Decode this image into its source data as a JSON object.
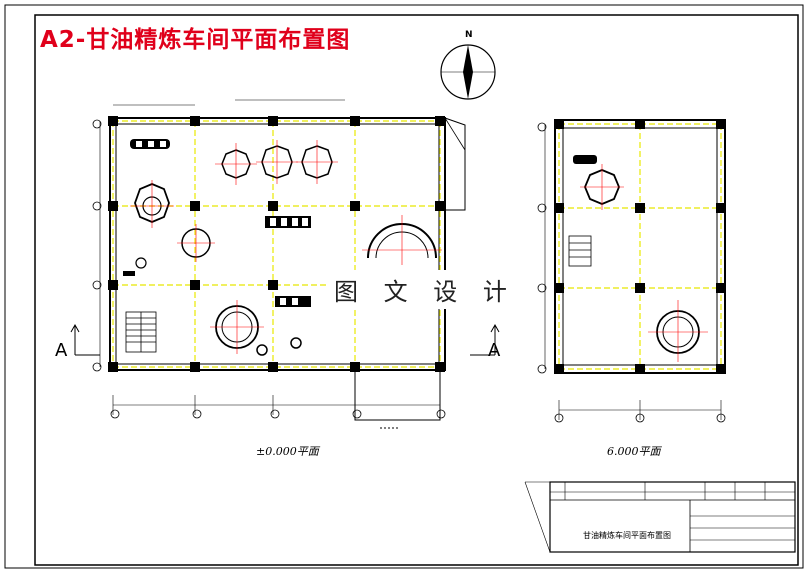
{
  "title": "A2-甘油精炼车间平面布置图",
  "watermark": "图 文 设 计",
  "north_label": "N",
  "plan_left_caption": "±0.000平面",
  "plan_right_caption": "6.000平面",
  "section_mark": "A",
  "title_block_name": "甘油精炼车间平面布置图",
  "colors": {
    "title": "#e0001b",
    "axis": "#e8e800",
    "line": "#000000",
    "center": "#ff0000"
  }
}
